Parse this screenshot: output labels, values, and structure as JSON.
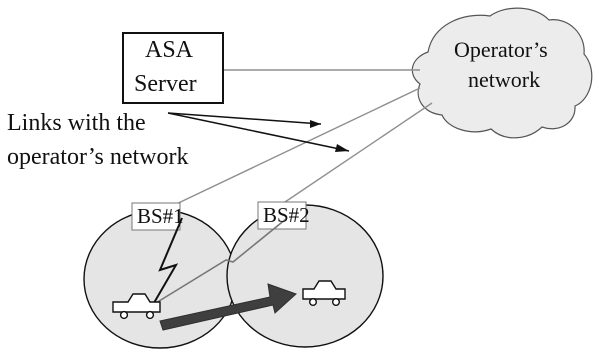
{
  "server": {
    "line1": "ASA",
    "line2": "Server"
  },
  "network": {
    "line1": "Operator’s",
    "line2": "network"
  },
  "links_label": {
    "line1": "Links with the",
    "line2": "operator’s network"
  },
  "cells": [
    {
      "label": "BS#1"
    },
    {
      "label": "BS#2"
    }
  ],
  "colors": {
    "stroke": "#111111",
    "link_line": "#8f8f8f",
    "cell_fill": "#e5e5e5",
    "arrow": "#3f3f3f"
  }
}
